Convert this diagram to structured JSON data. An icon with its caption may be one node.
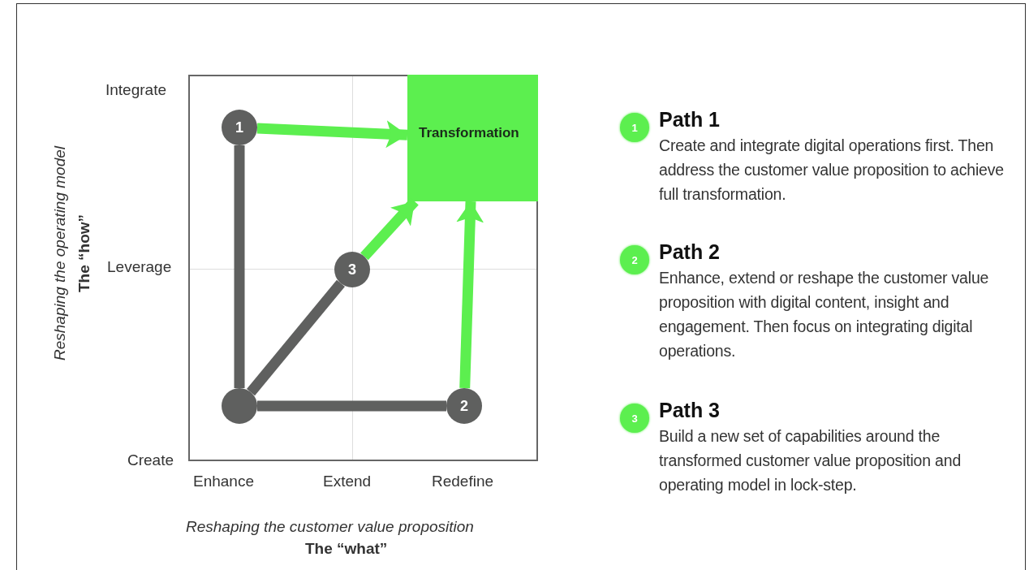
{
  "diagram": {
    "nodes": [
      {
        "text": [],
        "shape": "circle"
      },
      {
        "text": [
          "1"
        ]
      },
      {
        "text": [
          "3"
        ]
      },
      {
        "text": [
          "2"
        ]
      },
      {
        "text": [
          "Transformation"
        ]
      },
      {
        "text": [
          "1"
        ],
        "beside": [
          "Path 1",
          "Create and integrate digital operations first. Then address the customer value proposition to achieve full transformation."
        ]
      },
      {
        "text": [
          "2"
        ],
        "beside": [
          "Path 2",
          "Enhance, extend or reshape the customer value proposition with digital content, insight and engagement. Then focus on integrating digital operations."
        ]
      },
      {
        "text": [
          "3"
        ],
        "beside": [
          "Path 3",
          "Build a new set of capabilities around the transformed customer value proposition and operating model in lock-step."
        ]
      }
    ],
    "edges": [
      {
        "from": 0,
        "to": 1,
        "arrow": "none",
        "color": "#5f605f"
      },
      {
        "from": 0,
        "to": 2,
        "arrow": "none",
        "color": "#5f605f"
      },
      {
        "from": 0,
        "to": 3,
        "arrow": "none",
        "color": "#5f605f"
      },
      {
        "from": 1,
        "to": 4,
        "arrow": "to",
        "color": "#5cef4f"
      },
      {
        "from": 2,
        "to": 4,
        "arrow": "to",
        "color": "#5cef4f"
      },
      {
        "from": 3,
        "to": 4,
        "arrow": "to",
        "color": "#5cef4f"
      }
    ],
    "labels": [
      "Integrate",
      "Leverage",
      "Create",
      "Enhance",
      "Extend",
      "Redefine",
      "Reshaping the operating model",
      "The “how”",
      "Reshaping the customer value proposition",
      "The “what”"
    ]
  }
}
